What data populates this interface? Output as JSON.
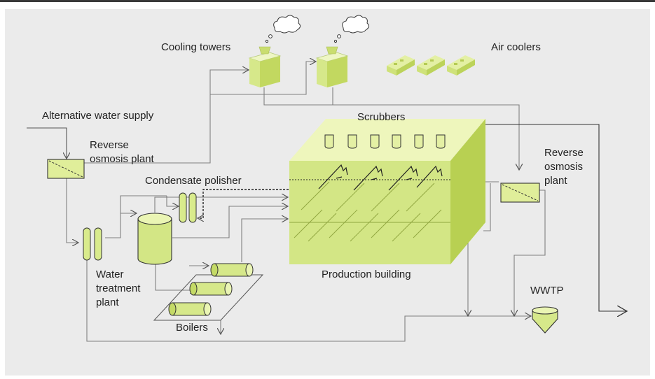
{
  "labels": {
    "cooling_towers": "Cooling towers",
    "air_coolers": "Air coolers",
    "alternative_water_supply": "Alternative water supply",
    "reverse_osmosis_left": [
      "Reverse",
      "osmosis plant"
    ],
    "condensate_polisher": "Condensate polisher",
    "scrubbers": "Scrubbers",
    "reverse_osmosis_right": [
      "Reverse",
      "osmosis",
      "plant"
    ],
    "water_treatment_plant": [
      "Water",
      "treatment",
      "plant"
    ],
    "production_building": "Production building",
    "wwtp": "WWTP",
    "boilers": "Boilers"
  },
  "colors": {
    "panel_bg": "#ebebeb",
    "top_rule": "#3a3a3a",
    "line": "#7f7f7f",
    "fill_light": "#e4f0a4",
    "fill_mid": "#d6e88a",
    "fill_dark": "#b8d052",
    "stroke_dark": "#333333"
  }
}
